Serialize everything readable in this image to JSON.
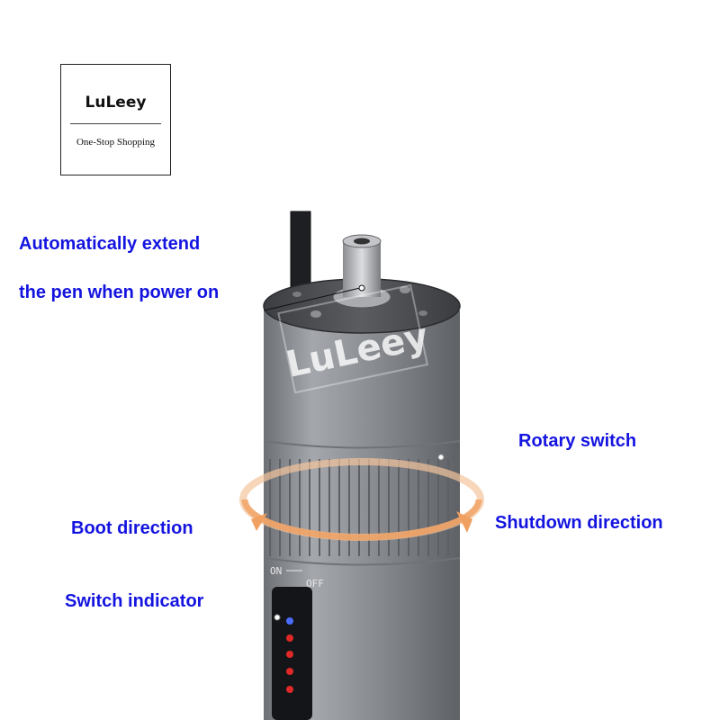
{
  "logo": {
    "name": "LuLeey",
    "tagline": "One-Stop Shopping"
  },
  "watermark": "LuLeey",
  "labels": {
    "extend_line1": "Automatically extend",
    "extend_line2": "the pen when power on",
    "rotary_switch": "Rotary switch",
    "boot_direction": "Boot direction",
    "shutdown_direction": "Shutdown direction",
    "switch_indicator": "Switch indicator"
  },
  "switch_marks": {
    "on": "ON",
    "off": "OFF"
  },
  "colors": {
    "label_text": "#1414e0",
    "body": "#8e9196",
    "arrow": "#f0a060",
    "indicator_on": "#4a6bff",
    "indicator_leds": "#e02828"
  }
}
